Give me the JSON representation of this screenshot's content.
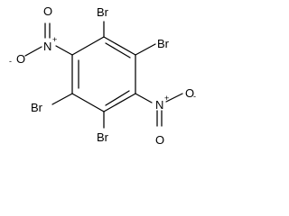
{
  "molecule": {
    "atoms": {
      "br_top": "Br",
      "br_right": "Br",
      "br_left": "Br",
      "br_bottom": "Br",
      "n_left": "N",
      "n_right": "N",
      "o_left_top": "O",
      "o_left_bottom": "O",
      "o_right_top": "O",
      "o_right_bottom": "O"
    },
    "charges": {
      "n_plus": "+",
      "o_minus": "-"
    }
  }
}
